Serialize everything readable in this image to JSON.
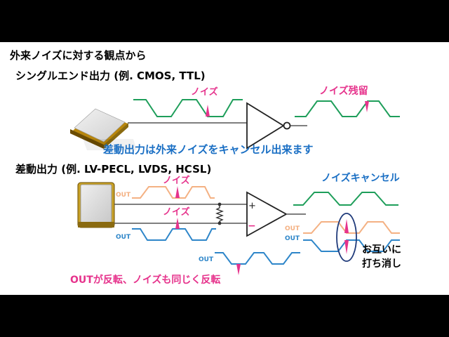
{
  "title": "外来ノイズに対する観点から",
  "section1": {
    "heading": "シングルエンド出力 (例. CMOS, TTL)",
    "noise_label": "ノイズ",
    "remain_label": "ノイズ残留",
    "summary": "差動出力は外来ノイズをキャンセル出来ます"
  },
  "section2": {
    "heading": "差動出力 (例. LV-PECL, LVDS, HCSL)",
    "noise_label_top": "ノイズ",
    "noise_label_bottom": "ノイズ",
    "cancel_label": "ノイズキャンセル",
    "out_labels": [
      "OUT",
      "OUT",
      "OUT",
      "OUT",
      "OUT"
    ],
    "plus_sign": "+",
    "minus_sign": "−",
    "mutual_line1": "お互いに",
    "mutual_line2": "打ち消し",
    "inversion_note": "OUTが反転、ノイズも同じく反転"
  },
  "colors": {
    "green": "#1e9e5a",
    "orange": "#f4b183",
    "blue": "#2e86c9",
    "pink": "#e6338c",
    "navy": "#1f3a7a",
    "title_text": "#000000",
    "accent_blue_text": "#1a6fc4"
  },
  "icons": [
    "crystal-oscillator-icon",
    "inverter-buffer-icon",
    "differential-receiver-icon",
    "termination-resistor-icon"
  ]
}
